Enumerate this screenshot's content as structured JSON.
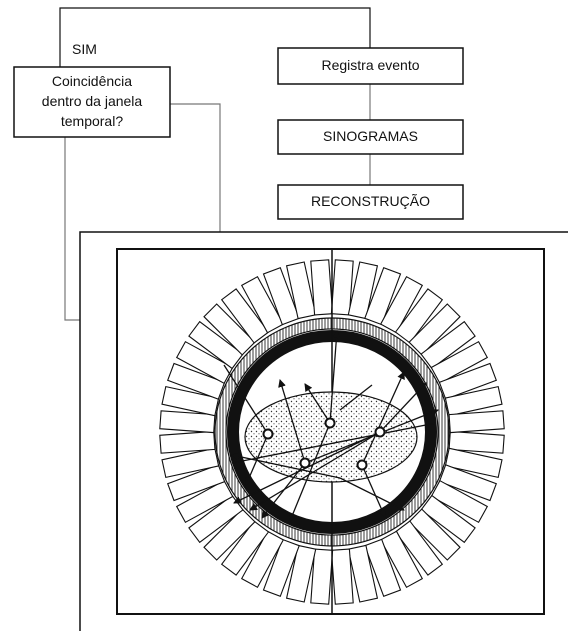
{
  "flow": {
    "yes_label": "SIM",
    "question": [
      "Coincidência",
      "dentro da janela",
      "temporal?"
    ],
    "register": "Registra evento",
    "sinograms": "SINOGRAMAS",
    "reconstruction": "RECONSTRUÇÃO"
  },
  "scanner": {
    "detector_count": 44,
    "colors": {
      "line": "#111111",
      "connector": "#777777",
      "ring": "#111111",
      "body_dots": "#333333"
    }
  }
}
